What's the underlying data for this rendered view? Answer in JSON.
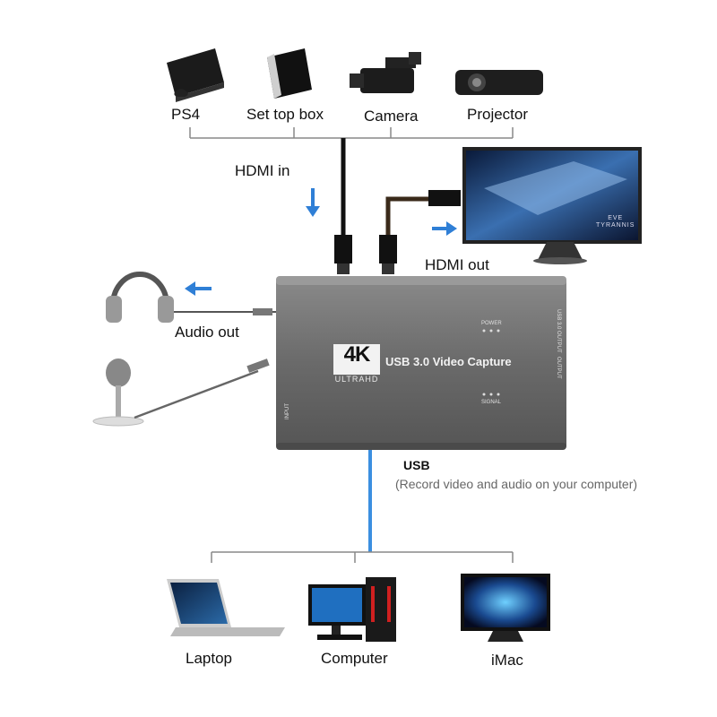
{
  "sources": [
    {
      "label": "PS4",
      "icon": "ps4-console-icon"
    },
    {
      "label": "Set top box",
      "icon": "set-top-box-icon"
    },
    {
      "label": "Camera",
      "icon": "video-camera-icon"
    },
    {
      "label": "Projector",
      "icon": "projector-icon"
    }
  ],
  "hdmi_in_label": "HDMI in",
  "hdmi_out_label": "HDMI out",
  "audio_out_label": "Audio out",
  "monitor_screen_text": {
    "line1": "EVE",
    "line2": "TYRANNIS"
  },
  "device": {
    "badge_big": "4K",
    "badge_small": "ULTRAHD",
    "title": "USB 3.0 Video Capture",
    "power_label": "POWER",
    "signal_label": "SIGNAL",
    "usb_output_label": "USB 3.0 OUTPUT",
    "output_label": "OUTPUT",
    "input_label": "INPUT"
  },
  "usb": {
    "label": "USB",
    "note": "(Record video and audio on your computer)"
  },
  "targets": [
    {
      "label": "Laptop",
      "icon": "laptop-icon"
    },
    {
      "label": "Computer",
      "icon": "desktop-computer-icon"
    },
    {
      "label": "iMac",
      "icon": "imac-icon"
    }
  ],
  "colors": {
    "arrow_blue": "#2f7fd6",
    "usb_cable_blue": "#3b8fe0",
    "device_gray": "#6e6e6e",
    "line_gray": "#888888"
  }
}
